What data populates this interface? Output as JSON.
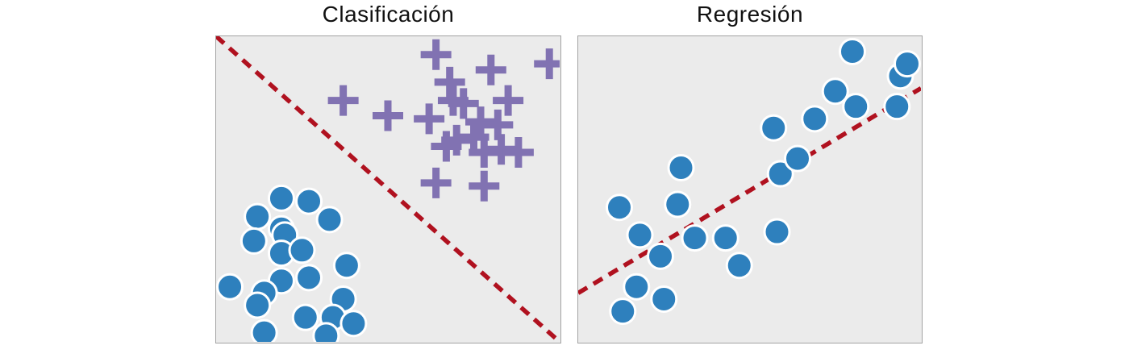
{
  "page": {
    "background": "#ffffff",
    "panel_background": "#ebebeb",
    "panel_border_color": "#a3a3a3",
    "title_color": "#111111"
  },
  "chart_data": [
    {
      "type": "scatter",
      "title": "Clasificación",
      "xlabel": "",
      "ylabel": "",
      "xlim": [
        0,
        1
      ],
      "ylim": [
        0,
        1
      ],
      "grid": false,
      "axis_ticks": "none",
      "legend": "none",
      "series": [
        {
          "name": "clase-circulos",
          "marker": "circle",
          "color": "#2e80bd",
          "edge_color": "#ffffff",
          "points": [
            [
              0.19,
              0.47
            ],
            [
              0.27,
              0.46
            ],
            [
              0.12,
              0.41
            ],
            [
              0.33,
              0.4
            ],
            [
              0.19,
              0.37
            ],
            [
              0.11,
              0.33
            ],
            [
              0.2,
              0.35
            ],
            [
              0.19,
              0.29
            ],
            [
              0.25,
              0.3
            ],
            [
              0.19,
              0.2
            ],
            [
              0.04,
              0.18
            ],
            [
              0.14,
              0.16
            ],
            [
              0.27,
              0.21
            ],
            [
              0.38,
              0.25
            ],
            [
              0.12,
              0.12
            ],
            [
              0.37,
              0.14
            ],
            [
              0.26,
              0.08
            ],
            [
              0.34,
              0.08
            ],
            [
              0.4,
              0.06
            ],
            [
              0.14,
              0.03
            ],
            [
              0.32,
              0.02
            ]
          ]
        },
        {
          "name": "clase-cruces",
          "marker": "plus",
          "color": "#8172b2",
          "points": [
            [
              0.37,
              0.79
            ],
            [
              0.64,
              0.94
            ],
            [
              0.8,
              0.89
            ],
            [
              0.97,
              0.91
            ],
            [
              0.68,
              0.85
            ],
            [
              0.69,
              0.79
            ],
            [
              0.5,
              0.74
            ],
            [
              0.62,
              0.73
            ],
            [
              0.72,
              0.78
            ],
            [
              0.85,
              0.79
            ],
            [
              0.77,
              0.72
            ],
            [
              0.82,
              0.71
            ],
            [
              0.7,
              0.66
            ],
            [
              0.78,
              0.62
            ],
            [
              0.83,
              0.63
            ],
            [
              0.88,
              0.62
            ],
            [
              0.67,
              0.64
            ],
            [
              0.75,
              0.67
            ],
            [
              0.64,
              0.52
            ],
            [
              0.78,
              0.51
            ]
          ]
        }
      ],
      "lines": [
        {
          "name": "frontera-decision",
          "style": "dashed",
          "color": "#b0111f",
          "from": [
            0.0,
            1.0
          ],
          "to": [
            1.0,
            0.0
          ]
        }
      ]
    },
    {
      "type": "scatter",
      "title": "Regresión",
      "xlabel": "",
      "ylabel": "",
      "xlim": [
        0,
        1
      ],
      "ylim": [
        0,
        1
      ],
      "grid": false,
      "axis_ticks": "none",
      "legend": "none",
      "series": [
        {
          "name": "datos",
          "marker": "circle",
          "color": "#2e80bd",
          "edge_color": "#ffffff",
          "points": [
            [
              0.13,
              0.1
            ],
            [
              0.25,
              0.14
            ],
            [
              0.17,
              0.18
            ],
            [
              0.24,
              0.28
            ],
            [
              0.12,
              0.44
            ],
            [
              0.18,
              0.35
            ],
            [
              0.29,
              0.45
            ],
            [
              0.3,
              0.57
            ],
            [
              0.34,
              0.34
            ],
            [
              0.43,
              0.34
            ],
            [
              0.47,
              0.25
            ],
            [
              0.58,
              0.36
            ],
            [
              0.57,
              0.7
            ],
            [
              0.59,
              0.55
            ],
            [
              0.64,
              0.6
            ],
            [
              0.69,
              0.73
            ],
            [
              0.75,
              0.82
            ],
            [
              0.8,
              0.95
            ],
            [
              0.81,
              0.77
            ],
            [
              0.93,
              0.77
            ],
            [
              0.94,
              0.87
            ],
            [
              0.96,
              0.91
            ]
          ]
        }
      ],
      "lines": [
        {
          "name": "recta-regresion",
          "style": "dashed",
          "color": "#b0111f",
          "from": [
            0.0,
            0.16
          ],
          "to": [
            1.0,
            0.83
          ]
        }
      ]
    }
  ]
}
